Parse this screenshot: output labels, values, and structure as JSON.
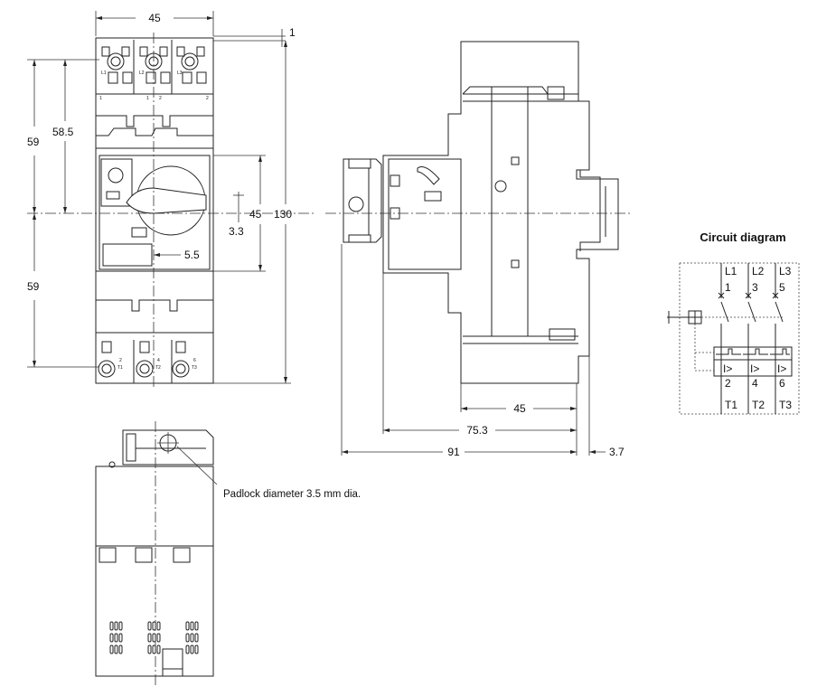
{
  "front_view": {
    "width_label": "45",
    "top_offset_label": "1",
    "height_upper_label": "59",
    "height_58_5_label": "58.5",
    "height_lower_label": "59",
    "total_height_label": "130",
    "handle_height_label": "45",
    "offset_3_3_label": "3.3",
    "offset_5_5_label": "5.5",
    "terminal_top_labels": [
      "L1",
      "L2",
      "L3"
    ],
    "terminal_top_numbers": [
      "1",
      "1",
      "2",
      "2"
    ],
    "terminal_bottom_labels": [
      "T1",
      "T2",
      "T3"
    ],
    "terminal_bottom_numbers": [
      "2",
      "4",
      "6"
    ]
  },
  "side_view": {
    "depth_45_label": "45",
    "depth_75_3_label": "75.3",
    "depth_91_label": "91",
    "depth_3_7_label": "3.7"
  },
  "top_view": {
    "padlock_note": "Padlock diameter 3.5 mm dia."
  },
  "circuit": {
    "title": "Circuit diagram",
    "line_labels": [
      "L1",
      "L2",
      "L3"
    ],
    "line_numbers": [
      "1",
      "3",
      "5"
    ],
    "trip_labels": [
      "I>",
      "I>",
      "I>"
    ],
    "load_numbers": [
      "2",
      "4",
      "6"
    ],
    "load_labels": [
      "T1",
      "T2",
      "T3"
    ]
  }
}
